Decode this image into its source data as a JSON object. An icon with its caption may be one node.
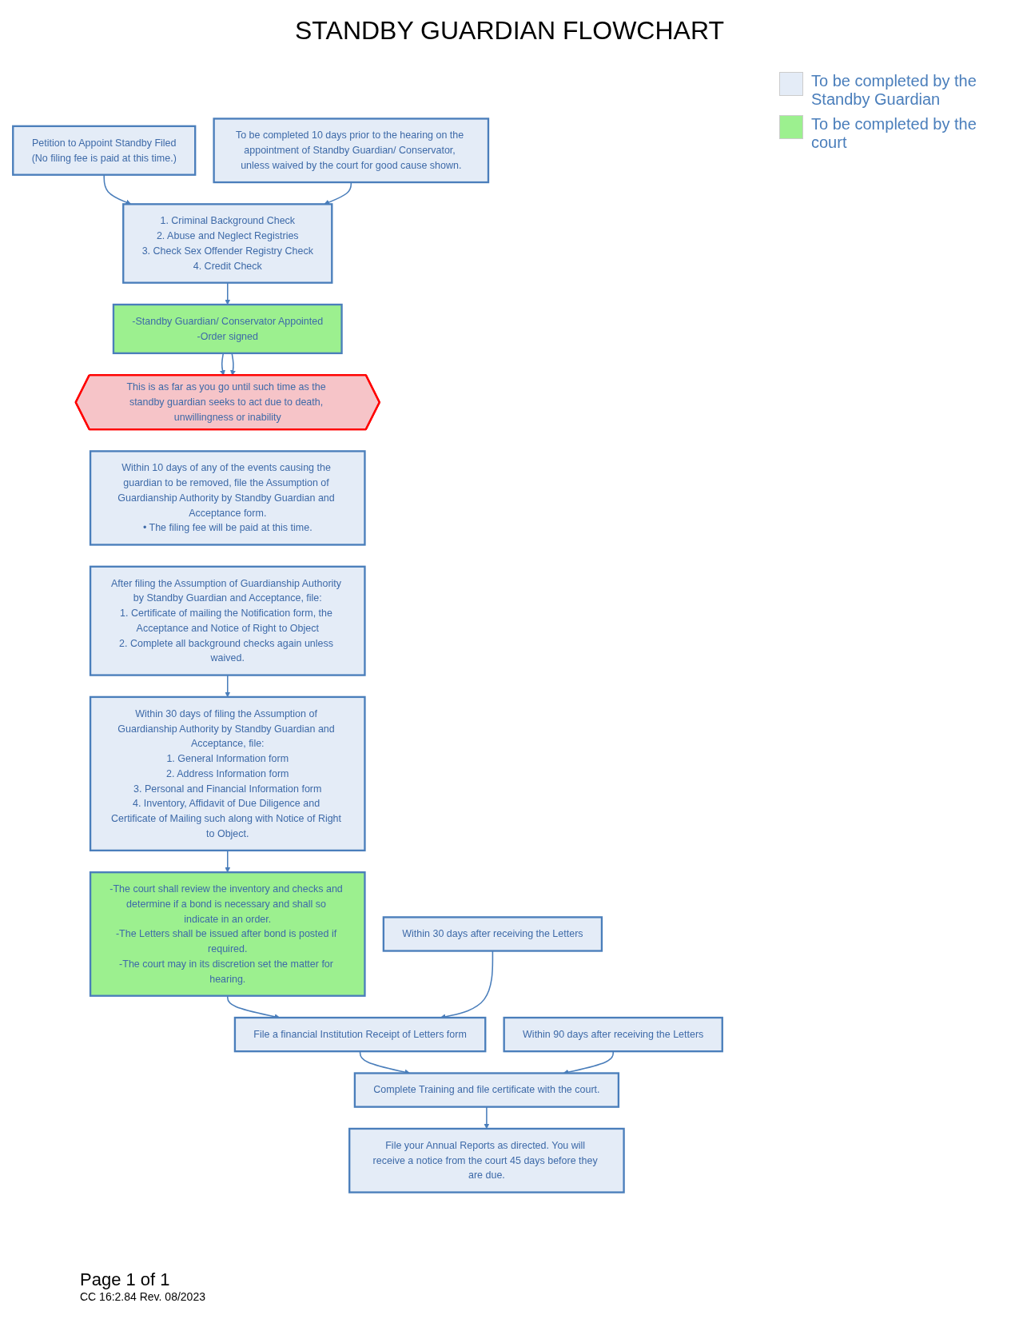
{
  "diagram": {
    "title": "STANDBY GUARDIAN FLOWCHART",
    "nodes": [
      {
        "text": [
          "Petition to Appoint Standby Filed",
          "(No filing fee is paid at this time.)"
        ]
      },
      {
        "text": [
          "To be completed 10 days prior to the hearing on the appointment of Standby Guardian/ Conservator, unless waived by the court for good cause shown."
        ]
      },
      {
        "text": [
          "1. Criminal Background Check",
          "2. Abuse and Neglect Registries",
          "3. Check Sex Offender Registry Check",
          "4. Credit Check"
        ]
      },
      {
        "text": [
          "-Standby Guardian/ Conservator Appointed",
          "-Order signed"
        ]
      },
      {
        "text": [
          "This is as far as you go until such time as the standby guardian seeks to act due to death, unwillingness or inability"
        ]
      },
      {
        "text": [
          "Within 10 days of any of the events causing the guardian to be removed, file the Assumption of Guardianship Authority by Standby Guardian and Acceptance form.",
          "• The filing fee will be paid at this time."
        ]
      },
      {
        "text": [
          "After filing the Assumption of Guardianship Authority by Standby Guardian and Acceptance, file:",
          "1. Certificate of mailing the Notification form, the Acceptance and Notice of Right to Object",
          "2. Complete all background checks again unless waived."
        ]
      },
      {
        "text": [
          "Within 30 days of filing the Assumption of Guardianship Authority by Standby Guardian and Acceptance, file:",
          "1. General Information form",
          "2. Address Information form",
          "3. Personal and Financial Information form",
          "4. Inventory, Affidavit of Due Diligence and Certificate of Mailing such along with Notice of Right to Object."
        ]
      },
      {
        "text": [
          "-The court shall review the inventory and checks and determine if a bond is necessary and shall so indicate in an order.",
          "-The Letters shall be issued after bond is posted if required.",
          "-The court may in its discretion set the matter for hearing."
        ]
      },
      {
        "text": [
          "Within 30 days after receiving the Letters"
        ]
      },
      {
        "text": [
          "File a financial Institution Receipt of Letters form"
        ]
      },
      {
        "text": [
          "Within 90 days after receiving the Letters"
        ]
      },
      {
        "text": [
          "Complete Training and file certificate with the court."
        ]
      },
      {
        "text": [
          "File your Annual Reports as directed. You will receive a notice from the court 45 days before they are due."
        ]
      }
    ],
    "edges": [
      {
        "from": 0,
        "to": 2,
        "arrow": "to"
      },
      {
        "from": 1,
        "to": 2,
        "arrow": "to"
      },
      {
        "from": 2,
        "to": 3,
        "arrow": "to"
      },
      {
        "from": 3,
        "to": 4,
        "arrow": "to"
      },
      {
        "from": 3,
        "to": 4,
        "arrow": "to"
      },
      {
        "from": 6,
        "to": 7,
        "arrow": "to"
      },
      {
        "from": 7,
        "to": 8,
        "arrow": "to"
      },
      {
        "from": 8,
        "to": 10,
        "arrow": "to"
      },
      {
        "from": 9,
        "to": 10,
        "arrow": "to"
      },
      {
        "from": 10,
        "to": 12,
        "arrow": "to"
      },
      {
        "from": 11,
        "to": 12,
        "arrow": "to"
      },
      {
        "from": 12,
        "to": 13,
        "arrow": "to"
      }
    ],
    "labels": [
      "Page 1 of 1",
      "CC 16:2.84 Rev. 08/2023"
    ],
    "legend": [
      {
        "text": "To be completed by the Standby Guardian",
        "color": "#e4ecf7"
      },
      {
        "text": "To be completed by the court",
        "color": "#9cf08f"
      }
    ]
  }
}
